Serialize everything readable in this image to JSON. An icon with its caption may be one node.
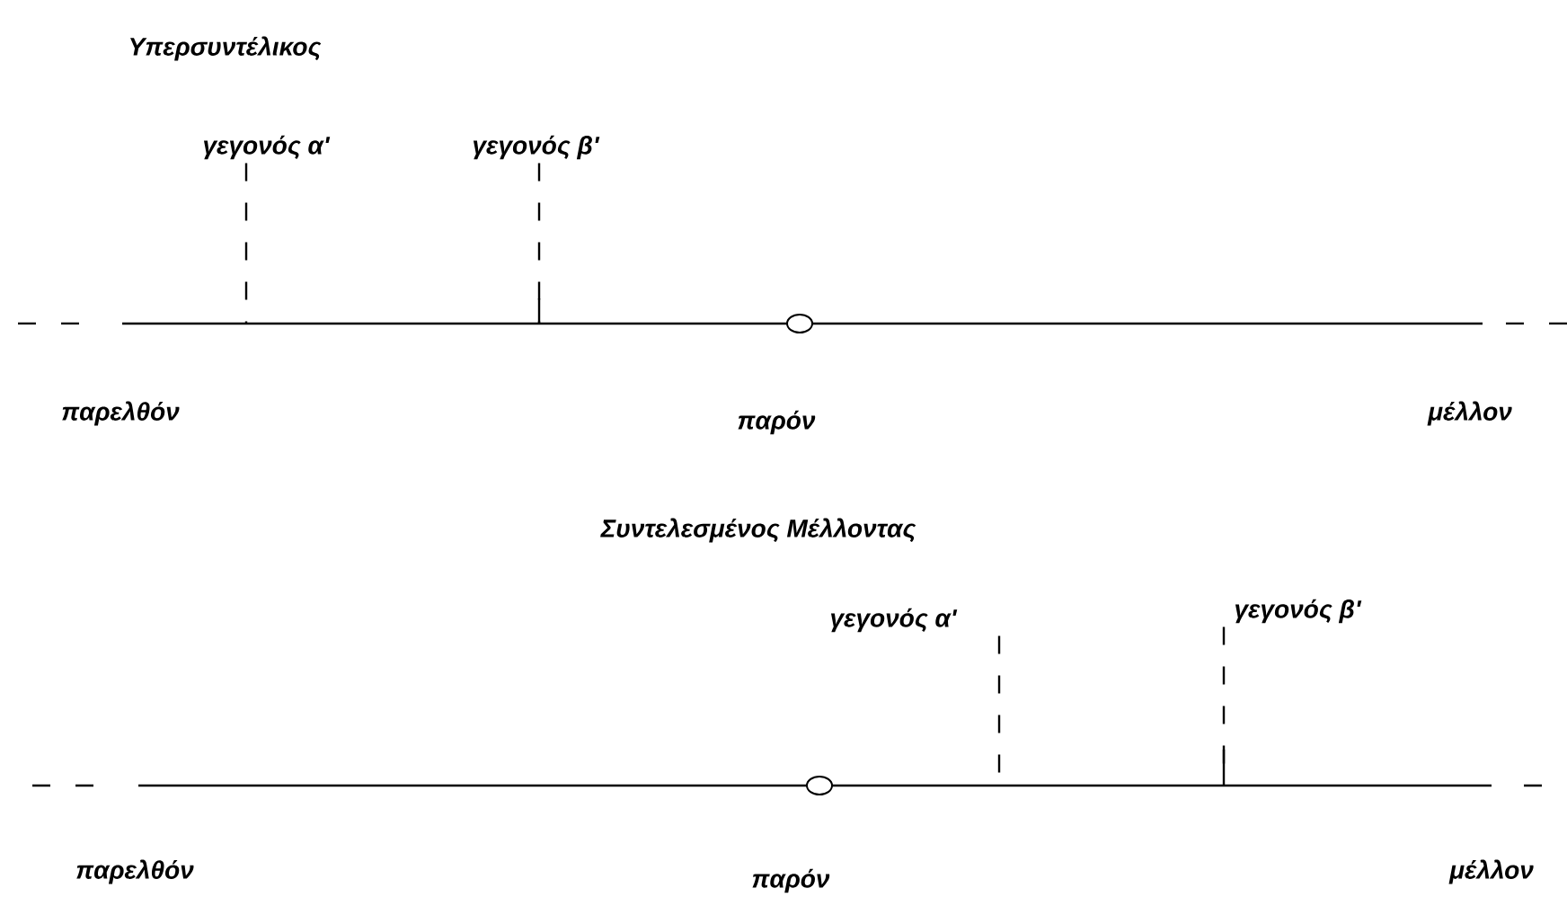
{
  "diagram": {
    "nodes": [
      {
        "text": [
          "γεγονός α'"
        ]
      },
      {
        "text": [
          "γεγονός β'"
        ]
      },
      {
        "text": [
          "γεγονός α'"
        ]
      },
      {
        "text": [
          "γεγονός β'"
        ]
      }
    ],
    "edges": [
      {
        "from": 0,
        "to": null,
        "arrow": "none",
        "style": "dashed"
      },
      {
        "from": 1,
        "to": null,
        "arrow": "none",
        "style": "dashed"
      },
      {
        "from": 2,
        "to": null,
        "arrow": "none",
        "style": "dashed"
      },
      {
        "from": 3,
        "to": null,
        "arrow": "none",
        "style": "dashed"
      }
    ],
    "labels": [
      "Υπερσυντέλικος",
      "παρελθόν",
      "παρόν",
      "μέλλον",
      "Συντελεσμένος Μέλλοντας",
      "παρελθόν",
      "παρόν",
      "μέλλον"
    ]
  }
}
